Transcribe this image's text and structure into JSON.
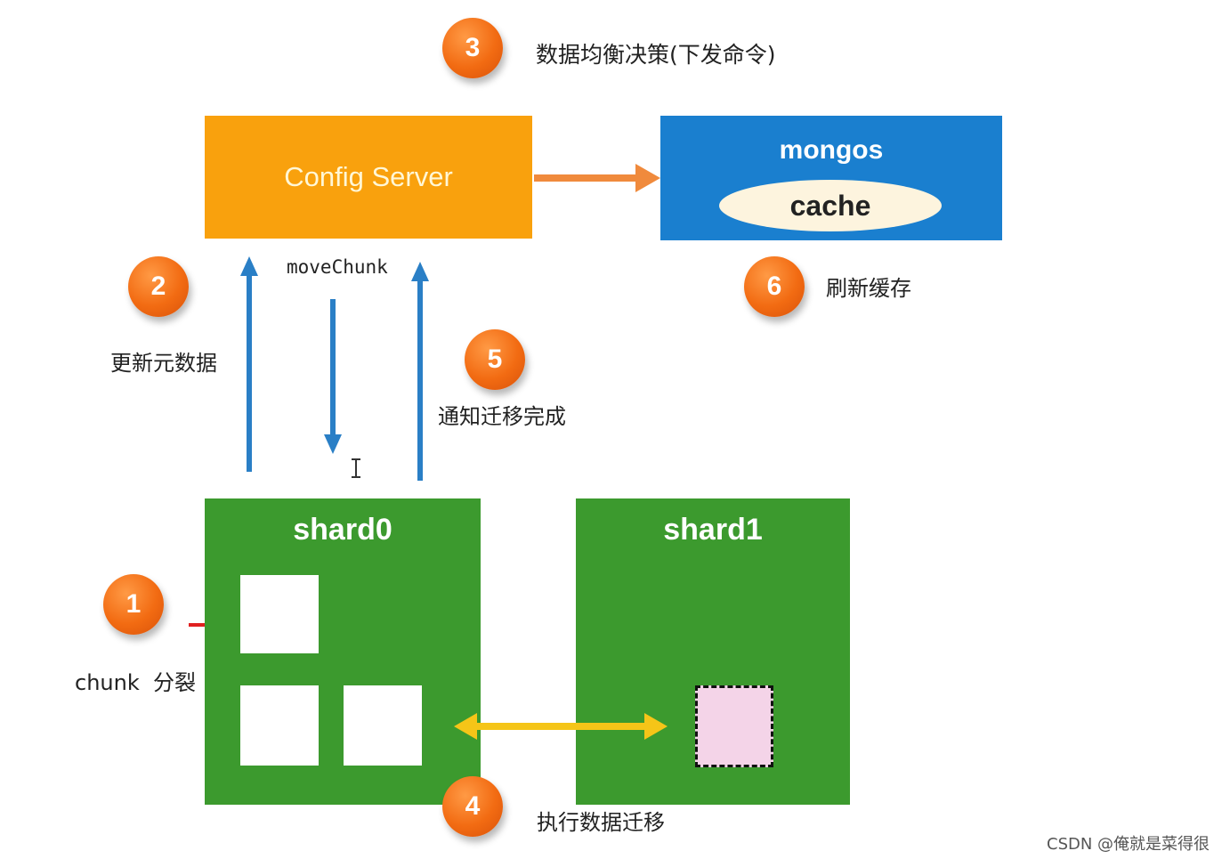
{
  "steps": {
    "s1": {
      "number": "1",
      "label": "chunk  分裂"
    },
    "s2": {
      "number": "2",
      "label": "更新元数据"
    },
    "s3": {
      "number": "3",
      "label": "数据均衡决策(下发命令)"
    },
    "s4": {
      "number": "4",
      "label": "执行数据迁移"
    },
    "s5": {
      "number": "5",
      "label": "通知迁移完成"
    },
    "s6": {
      "number": "6",
      "label": "刷新缓存"
    }
  },
  "nodes": {
    "config_server": "Config Server",
    "mongos": "mongos",
    "cache": "cache",
    "shard0": "shard0",
    "shard1": "shard1"
  },
  "move_chunk_label": "moveChunk",
  "watermark": "CSDN @俺就是菜得很",
  "colors": {
    "config_server": "#f9a10d",
    "mongos": "#1a7fcf",
    "shard": "#3c9a2e",
    "badge": "#f26b12",
    "arrow_blue": "#2a7fc6",
    "arrow_orange": "#f08a3c",
    "arrow_yellow": "#f5c518",
    "arrow_red": "#e02020",
    "moving_chunk": "#f4d4e8"
  }
}
